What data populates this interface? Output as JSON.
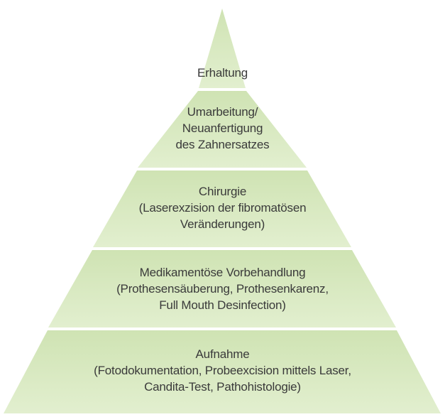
{
  "colors": {
    "tier_fill_top": "#cfe3b3",
    "tier_fill_bottom": "#e2efcf",
    "divider": "#ffffff",
    "text": "#3a3a3a"
  },
  "tiers": [
    {
      "lines": [
        "Erhaltung"
      ]
    },
    {
      "lines": [
        "Umarbeitung/",
        "Neuanfertigung",
        "des Zahnersatzes"
      ]
    },
    {
      "lines": [
        "Chirurgie",
        "(Laserexzision der fibromatösen",
        "Veränderungen)"
      ]
    },
    {
      "lines": [
        "Medikamentöse Vorbehandlung",
        "(Prothesensäuberung, Prothesenkarenz,",
        "Full Mouth Desinfection)"
      ]
    },
    {
      "lines": [
        "Aufnahme",
        "(Fotodokumentation, Probeexcision mittels Laser,",
        "Candita-Test, Pathohistologie)"
      ]
    }
  ]
}
